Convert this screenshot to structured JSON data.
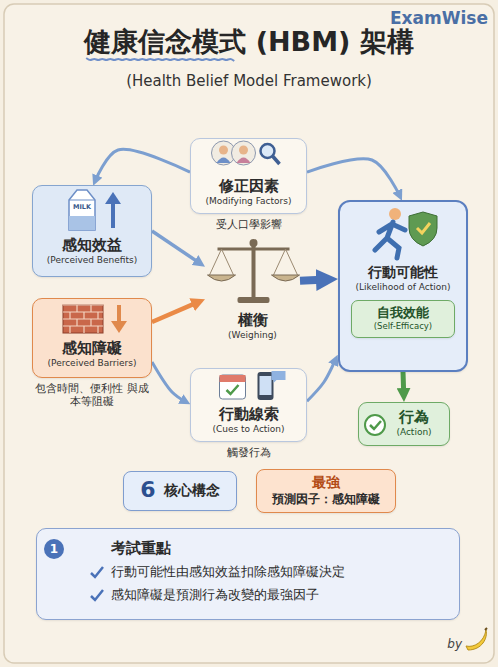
{
  "diagram": {
    "title": "健康信念模式 (HBM) 架構",
    "nodes": [
      {
        "text": [
          "修正因素",
          "(Modifying Factors)",
          "受人口學影響"
        ]
      },
      {
        "text": [
          "感知效益",
          "(Perceived Benefits)"
        ]
      },
      {
        "text": [
          "感知障礙",
          "(Perceived Barriers)",
          "包含時間、便利性 與成本等阻礙"
        ]
      },
      {
        "text": [
          "權衡",
          "(Weighing)"
        ]
      },
      {
        "text": [
          "行動線索",
          "(Cues to Action)",
          "觸發行為"
        ]
      },
      {
        "text": [
          "行動可能性",
          "(Likelihood of Action)"
        ]
      },
      {
        "text": [
          "自我效能",
          "(Self-Efficacy)"
        ],
        "in": 5
      },
      {
        "text": [
          "行為",
          "(Action)"
        ]
      },
      {
        "text": [
          "6",
          "核心構念"
        ]
      },
      {
        "text": [
          "最強",
          "預測因子：感知障礙"
        ]
      },
      {
        "text": [
          "考試重點",
          "行動可能性由感知效益扣除感知障礙決定",
          "感知障礙是預測行為改變的最強因子"
        ]
      }
    ],
    "edges": [
      {
        "from": 0,
        "to": 1,
        "arrow": "to"
      },
      {
        "from": 0,
        "to": 5,
        "arrow": "to"
      },
      {
        "from": 1,
        "to": 3,
        "arrow": "to"
      },
      {
        "from": 2,
        "to": 3,
        "arrow": "to"
      },
      {
        "from": 2,
        "to": 4,
        "arrow": "to"
      },
      {
        "from": 3,
        "to": 5,
        "arrow": "to"
      },
      {
        "from": 4,
        "to": 5,
        "arrow": "to"
      },
      {
        "from": 5,
        "to": 7,
        "arrow": "to"
      }
    ],
    "labels": [
      "ExamWise",
      "(Health Belief Model Framework)",
      "1",
      "by",
      "MILK"
    ]
  }
}
